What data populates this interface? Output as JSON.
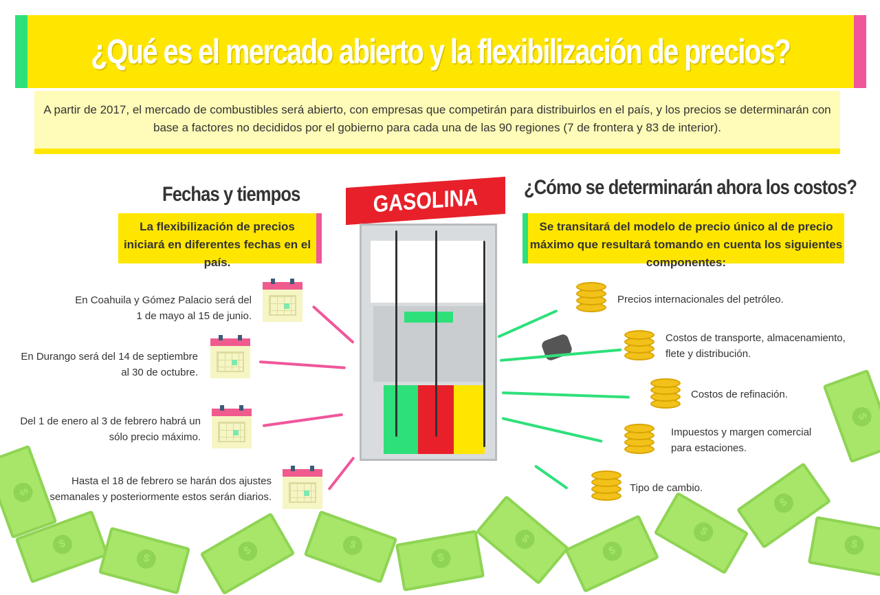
{
  "title": "¿Qué es el mercado abierto y la flexibilización de precios?",
  "intro": "A partir de 2017, el mercado de combustibles será abierto, con empresas que competirán para distribuirlos en el país, y los precios se determinarán con base a factores no decididos por el gobierno para cada una de las 90 regiones (7 de frontera y 83 de interior).",
  "left": {
    "heading": "Fechas y tiempos",
    "box": "La flexibilización de precios iniciará en diferentes fechas en el país.",
    "dates": [
      "En Coahuila y Gómez Palacio será del 1 de mayo al 15 de junio.",
      "En Durango será del 14 de septiembre al 30 de octubre.",
      "Del 1 de enero al 3 de febrero habrá un sólo precio máximo.",
      "Hasta el 18 de febrero se harán dos ajustes semanales y posteriormente estos serán diarios."
    ]
  },
  "pump": {
    "label": "GASOLINA"
  },
  "right": {
    "heading": "¿Cómo se determinarán ahora los costos?",
    "box": "Se transitará del modelo de precio único al de precio máximo que resultará tomando en cuenta los siguientes componentes:",
    "components": [
      "Precios internacionales del petróleo.",
      "Costos de transporte, almacenamiento, flete y distribución.",
      "Costos de refinación.",
      "Impuestos y margen comercial para estaciones.",
      "Tipo de cambio."
    ]
  },
  "colors": {
    "yellow": "#ffe600",
    "pink": "#f0569a",
    "green": "#2ee07a",
    "red": "#e8202a"
  }
}
